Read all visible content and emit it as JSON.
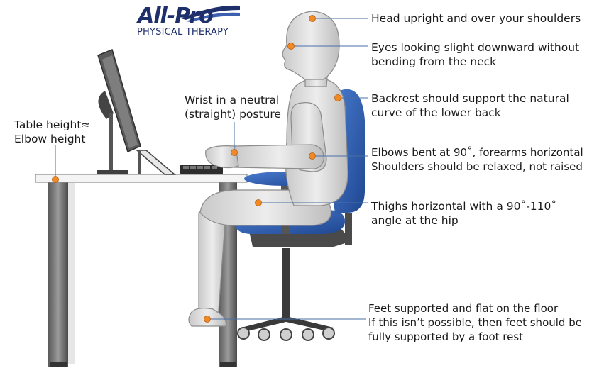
{
  "logo": {
    "name": "All-Pro",
    "subtitle": "PHYSICAL THERAPY"
  },
  "annotations": {
    "head": [
      "Head upright and over your shoulders"
    ],
    "eyes": [
      "Eyes looking slight downward without",
      "bending from the neck"
    ],
    "backrest": [
      "Backrest should support the natural",
      "curve of the lower back"
    ],
    "elbows": [
      "Elbows bent at 90˚, forearms horizontal",
      "Shoulders should be relaxed, not raised"
    ],
    "thighs": [
      "Thighs horizontal with a 90˚-110˚",
      "angle at the hip"
    ],
    "feet": [
      "Feet supported and flat on the floor",
      "If this isn’t possible, then feet should be",
      "fully supported by a foot rest"
    ],
    "wrist": [
      "Wrist in a neutral",
      "(straight) posture"
    ],
    "table": [
      "Table height≈",
      "Elbow height"
    ]
  },
  "colors": {
    "marker": "#f08a24",
    "leader_line": "#4a6fa5",
    "chair_blue": "#2e5aa8",
    "body": "#dcdcdc",
    "logo_blue": "#1e2f6b"
  }
}
